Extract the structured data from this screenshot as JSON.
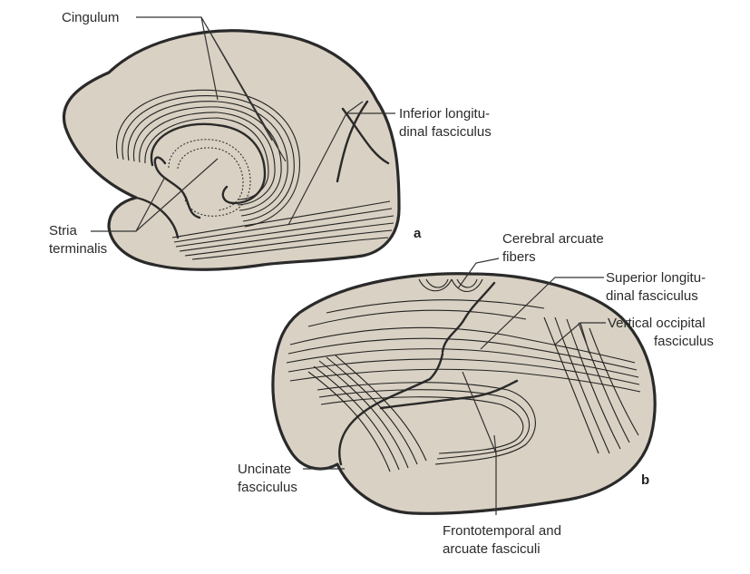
{
  "figure": {
    "panel_a": {
      "letter": "a",
      "labels": {
        "cingulum": "Cingulum",
        "inferior_longitudinal_1": "Inferior longitu-",
        "inferior_longitudinal_2": "dinal fasciculus",
        "stria_terminalis_1": "Stria",
        "stria_terminalis_2": "terminalis"
      }
    },
    "panel_b": {
      "letter": "b",
      "labels": {
        "cerebral_arcuate_1": "Cerebral arcuate",
        "cerebral_arcuate_2": "fibers",
        "superior_longitudinal_1": "Superior longitu-",
        "superior_longitudinal_2": "dinal fasciculus",
        "vertical_occipital_1": "Vertical occipital",
        "vertical_occipital_2": "fasciculus",
        "uncinate_1": "Uncinate",
        "uncinate_2": "fasciculus",
        "frontotemporal_1": "Frontotemporal and",
        "frontotemporal_2": "arcuate fasciculi"
      }
    },
    "colors": {
      "brain_fill": "#d9d1c3",
      "outline": "#2a2a2a",
      "background": "#ffffff"
    }
  }
}
